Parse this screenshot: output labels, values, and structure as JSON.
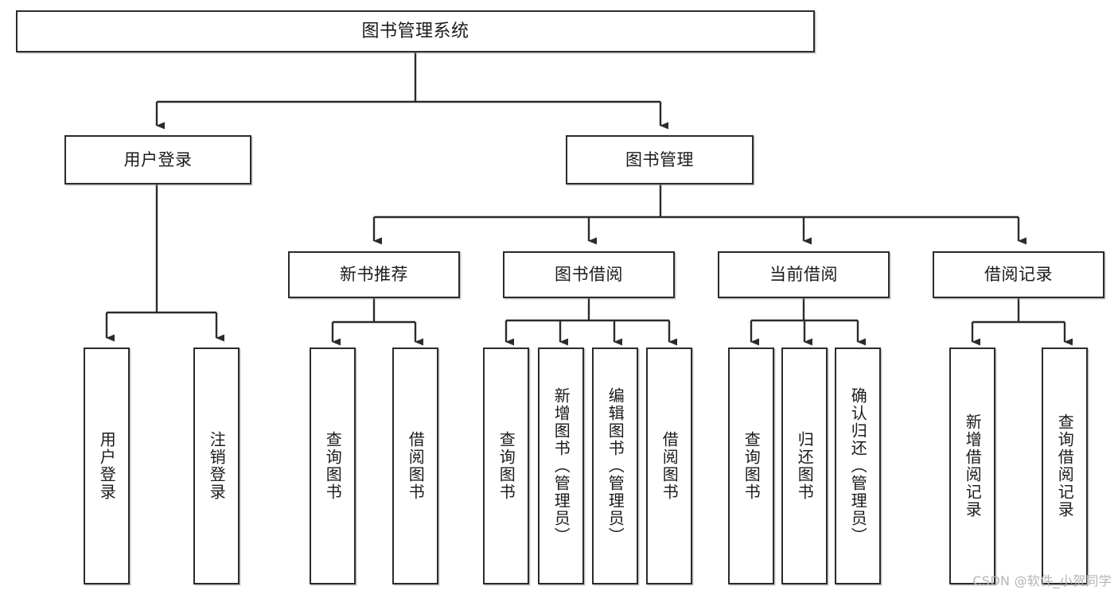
{
  "diagram": {
    "type": "tree",
    "title": "图书管理系统",
    "watermark": "CSDN @软件_小贺同学",
    "colors": {
      "box_border": "#2b2b2b",
      "box_fill": "#ffffff",
      "connector": "#2b2b2b",
      "text": "#1b1b1b",
      "watermark": "#b5b5b5"
    },
    "root": {
      "label": "图书管理系统"
    },
    "level1": [
      {
        "label": "用户登录"
      },
      {
        "label": "图书管理"
      }
    ],
    "level2": [
      {
        "label": "新书推荐"
      },
      {
        "label": "图书借阅"
      },
      {
        "label": "当前借阅"
      },
      {
        "label": "借阅记录"
      }
    ],
    "leaves": {
      "user_login": [
        {
          "label": "用户登录"
        },
        {
          "label": "注销登录"
        }
      ],
      "new_book_recommend": [
        {
          "label": "查询图书"
        },
        {
          "label": "借阅图书"
        }
      ],
      "book_borrow": [
        {
          "label": "查询图书"
        },
        {
          "label": "新增图书（管理员）"
        },
        {
          "label": "编辑图书（管理员）"
        },
        {
          "label": "借阅图书"
        }
      ],
      "current_borrow": [
        {
          "label": "查询图书"
        },
        {
          "label": "归还图书"
        },
        {
          "label": "确认归还（管理员）"
        }
      ],
      "borrow_record": [
        {
          "label": "新增借阅记录"
        },
        {
          "label": "查询借阅记录"
        }
      ]
    }
  }
}
